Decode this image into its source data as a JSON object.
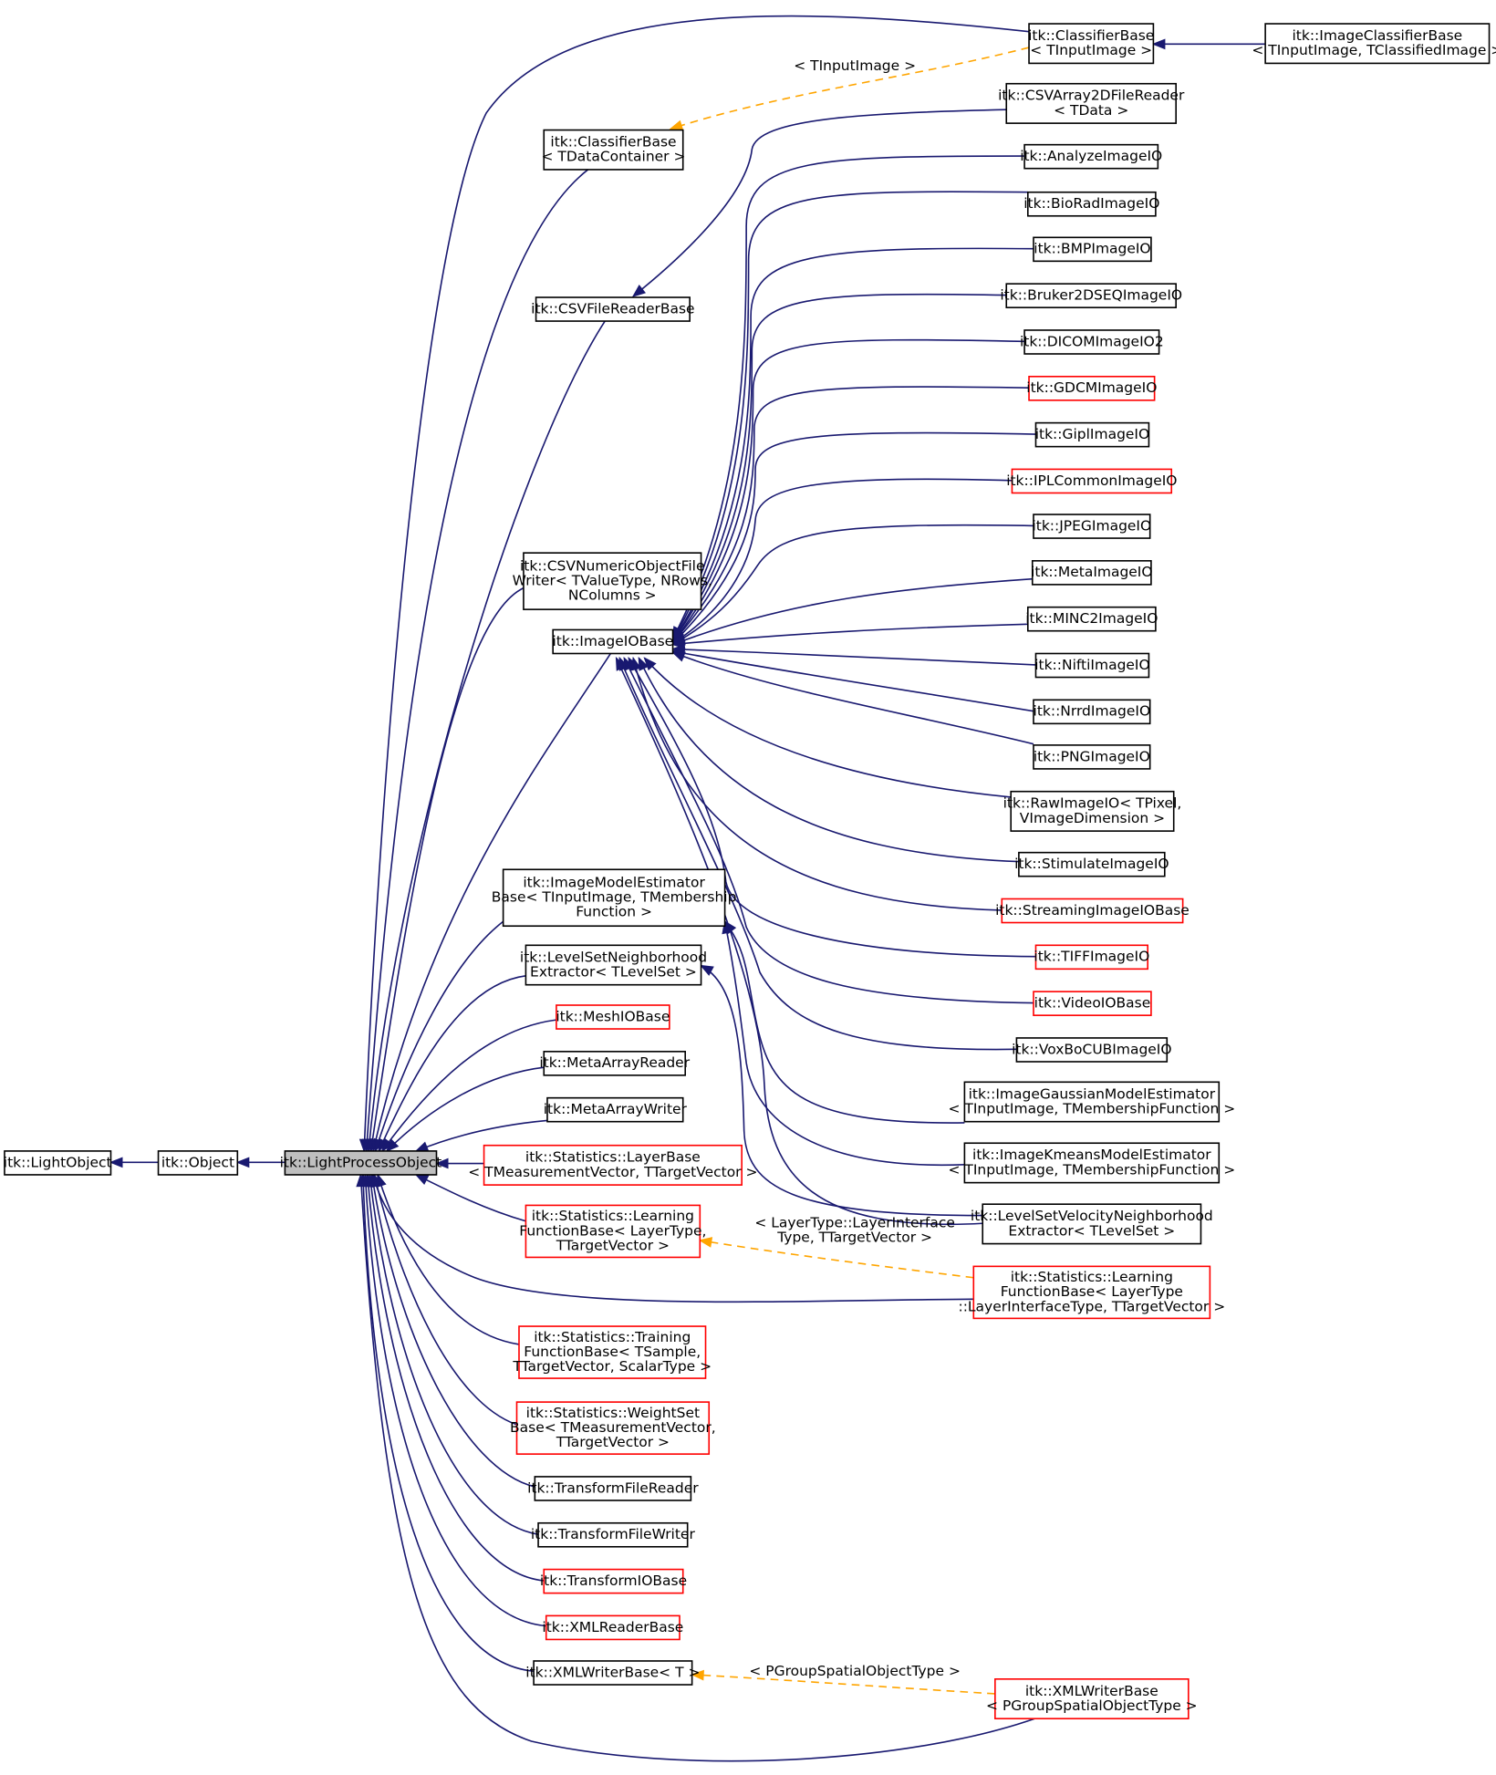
{
  "diagram": {
    "root": "itk::LightProcessObject",
    "nodes": [
      {
        "id": "LightObject",
        "lines": [
          "itk::LightObject"
        ],
        "border": "black"
      },
      {
        "id": "Object",
        "lines": [
          "itk::Object"
        ],
        "border": "black"
      },
      {
        "id": "LightProcessObject",
        "lines": [
          "itk::LightProcessObject"
        ],
        "border": "gray"
      },
      {
        "id": "ClassifierBaseTInputImage",
        "lines": [
          "itk::ClassifierBase",
          "< TInputImage >"
        ],
        "border": "black"
      },
      {
        "id": "ImageClassifierBase",
        "lines": [
          "itk::ImageClassifierBase",
          "< TInputImage, TClassifiedImage >"
        ],
        "border": "black"
      },
      {
        "id": "ClassifierBaseTDataContainer",
        "lines": [
          "itk::ClassifierBase",
          "< TDataContainer >"
        ],
        "border": "black"
      },
      {
        "id": "CSVArray2DFileReader",
        "lines": [
          "itk::CSVArray2DFileReader",
          "< TData >"
        ],
        "border": "black"
      },
      {
        "id": "CSVFileReaderBase",
        "lines": [
          "itk::CSVFileReaderBase"
        ],
        "border": "black"
      },
      {
        "id": "CSVNumericObjectFileWriter",
        "lines": [
          "itk::CSVNumericObjectFile",
          "Writer< TValueType, NRows,",
          "NColumns >"
        ],
        "border": "black"
      },
      {
        "id": "ImageIOBase",
        "lines": [
          "itk::ImageIOBase"
        ],
        "border": "black"
      },
      {
        "id": "AnalyzeImageIO",
        "lines": [
          "itk::AnalyzeImageIO"
        ],
        "border": "black"
      },
      {
        "id": "BioRadImageIO",
        "lines": [
          "itk::BioRadImageIO"
        ],
        "border": "black"
      },
      {
        "id": "BMPImageIO",
        "lines": [
          "itk::BMPImageIO"
        ],
        "border": "black"
      },
      {
        "id": "Bruker2DSEQImageIO",
        "lines": [
          "itk::Bruker2DSEQImageIO"
        ],
        "border": "black"
      },
      {
        "id": "DICOMImageIO2",
        "lines": [
          "itk::DICOMImageIO2"
        ],
        "border": "black"
      },
      {
        "id": "GDCMImageIO",
        "lines": [
          "itk::GDCMImageIO"
        ],
        "border": "red"
      },
      {
        "id": "GiplImageIO",
        "lines": [
          "itk::GiplImageIO"
        ],
        "border": "black"
      },
      {
        "id": "IPLCommonImageIO",
        "lines": [
          "itk::IPLCommonImageIO"
        ],
        "border": "red"
      },
      {
        "id": "JPEGImageIO",
        "lines": [
          "itk::JPEGImageIO"
        ],
        "border": "black"
      },
      {
        "id": "MetaImageIO",
        "lines": [
          "itk::MetaImageIO"
        ],
        "border": "black"
      },
      {
        "id": "MINC2ImageIO",
        "lines": [
          "itk::MINC2ImageIO"
        ],
        "border": "black"
      },
      {
        "id": "NiftiImageIO",
        "lines": [
          "itk::NiftiImageIO"
        ],
        "border": "black"
      },
      {
        "id": "NrrdImageIO",
        "lines": [
          "itk::NrrdImageIO"
        ],
        "border": "black"
      },
      {
        "id": "PNGImageIO",
        "lines": [
          "itk::PNGImageIO"
        ],
        "border": "black"
      },
      {
        "id": "RawImageIO",
        "lines": [
          "itk::RawImageIO< TPixel,",
          "VImageDimension >"
        ],
        "border": "black"
      },
      {
        "id": "StimulateImageIO",
        "lines": [
          "itk::StimulateImageIO"
        ],
        "border": "black"
      },
      {
        "id": "StreamingImageIOBase",
        "lines": [
          "itk::StreamingImageIOBase"
        ],
        "border": "red"
      },
      {
        "id": "TIFFImageIO",
        "lines": [
          "itk::TIFFImageIO"
        ],
        "border": "red"
      },
      {
        "id": "VideoIOBase",
        "lines": [
          "itk::VideoIOBase"
        ],
        "border": "red"
      },
      {
        "id": "VoxBoCUBImageIO",
        "lines": [
          "itk::VoxBoCUBImageIO"
        ],
        "border": "black"
      },
      {
        "id": "ImageModelEstimatorBase",
        "lines": [
          "itk::ImageModelEstimator",
          "Base< TInputImage, TMembership",
          "Function >"
        ],
        "border": "black"
      },
      {
        "id": "ImageGaussianModelEstimator",
        "lines": [
          "itk::ImageGaussianModelEstimator",
          "< TInputImage, TMembershipFunction >"
        ],
        "border": "black"
      },
      {
        "id": "ImageKmeansModelEstimator",
        "lines": [
          "itk::ImageKmeansModelEstimator",
          "< TInputImage, TMembershipFunction >"
        ],
        "border": "black"
      },
      {
        "id": "LevelSetNeighborhoodExtractor",
        "lines": [
          "itk::LevelSetNeighborhood",
          "Extractor< TLevelSet >"
        ],
        "border": "black"
      },
      {
        "id": "LevelSetVelocityNeighborhoodExtractor",
        "lines": [
          "itk::LevelSetVelocityNeighborhood",
          "Extractor< TLevelSet >"
        ],
        "border": "black"
      },
      {
        "id": "MeshIOBase",
        "lines": [
          "itk::MeshIOBase"
        ],
        "border": "red"
      },
      {
        "id": "MetaArrayReader",
        "lines": [
          "itk::MetaArrayReader"
        ],
        "border": "black"
      },
      {
        "id": "MetaArrayWriter",
        "lines": [
          "itk::MetaArrayWriter"
        ],
        "border": "black"
      },
      {
        "id": "LayerBase",
        "lines": [
          "itk::Statistics::LayerBase",
          "< TMeasurementVector, TTargetVector >"
        ],
        "border": "red"
      },
      {
        "id": "LearningFunctionBaseT",
        "lines": [
          "itk::Statistics::Learning",
          "FunctionBase< LayerType,",
          "TTargetVector >"
        ],
        "border": "red"
      },
      {
        "id": "LearningFunctionBaseInst",
        "lines": [
          "itk::Statistics::Learning",
          "FunctionBase< LayerType",
          "::LayerInterfaceType, TTargetVector >"
        ],
        "border": "red"
      },
      {
        "id": "TrainingFunctionBase",
        "lines": [
          "itk::Statistics::Training",
          "FunctionBase< TSample,",
          "TTargetVector, ScalarType >"
        ],
        "border": "red"
      },
      {
        "id": "WeightSetBase",
        "lines": [
          "itk::Statistics::WeightSet",
          "Base< TMeasurementVector,",
          "TTargetVector >"
        ],
        "border": "red"
      },
      {
        "id": "TransformFileReader",
        "lines": [
          "itk::TransformFileReader"
        ],
        "border": "black"
      },
      {
        "id": "TransformFileWriter",
        "lines": [
          "itk::TransformFileWriter"
        ],
        "border": "black"
      },
      {
        "id": "TransformIOBase",
        "lines": [
          "itk::TransformIOBase"
        ],
        "border": "red"
      },
      {
        "id": "XMLReaderBase",
        "lines": [
          "itk::XMLReaderBase"
        ],
        "border": "red"
      },
      {
        "id": "XMLWriterBaseT",
        "lines": [
          "itk::XMLWriterBase< T >"
        ],
        "border": "black"
      },
      {
        "id": "XMLWriterBaseInst",
        "lines": [
          "itk::XMLWriterBase",
          "< PGroupSpatialObjectType >"
        ],
        "border": "red"
      }
    ],
    "edge_labels": [
      {
        "id": "lbl-classifier",
        "lines": [
          "< TInputImage >"
        ]
      },
      {
        "id": "lbl-learning",
        "lines": [
          "< LayerType::LayerInterface",
          "Type, TTargetVector >"
        ]
      },
      {
        "id": "lbl-xmlwriter",
        "lines": [
          "< PGroupSpatialObjectType >"
        ]
      }
    ],
    "colors": {
      "inheritance_edge": "#191970",
      "template_edge": "#ffa500",
      "documented_border": "#000000",
      "undocumented_border": "#ff0000",
      "current_node_fill": "#bfbfbf"
    }
  }
}
